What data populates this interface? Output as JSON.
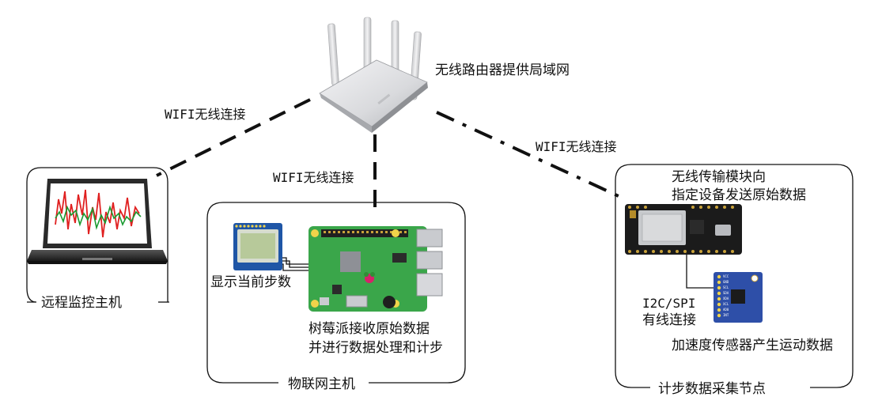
{
  "router": {
    "label": "无线路由器提供局域网"
  },
  "links": {
    "left": "WIFI无线连接",
    "center": "WIFI无线连接",
    "right": "WIFI无线连接"
  },
  "remote_host": {
    "title": "远程监控主机"
  },
  "iot_host": {
    "title": "物联网主机",
    "display_label": "显示当前步数",
    "pi_desc_line1": "树莓派接收原始数据",
    "pi_desc_line2": "并进行数据处理和计步"
  },
  "collector": {
    "title": "计步数据采集节点",
    "wifi_desc_line1": "无线传输模块向",
    "wifi_desc_line2": "指定设备发送原始数据",
    "bus_line1": "I2C/SPI",
    "bus_line2": "有线连接",
    "sensor_desc": "加速度传感器产生运动数据"
  },
  "colors": {
    "line": "#111111",
    "pi_board": "#3aa64a",
    "lcd_screen": "#b7c99a",
    "sensor_board": "#2e4fa8",
    "wifi_board": "#1b1b1b",
    "chart_red": "#e02020",
    "chart_green": "#1a9a30"
  }
}
